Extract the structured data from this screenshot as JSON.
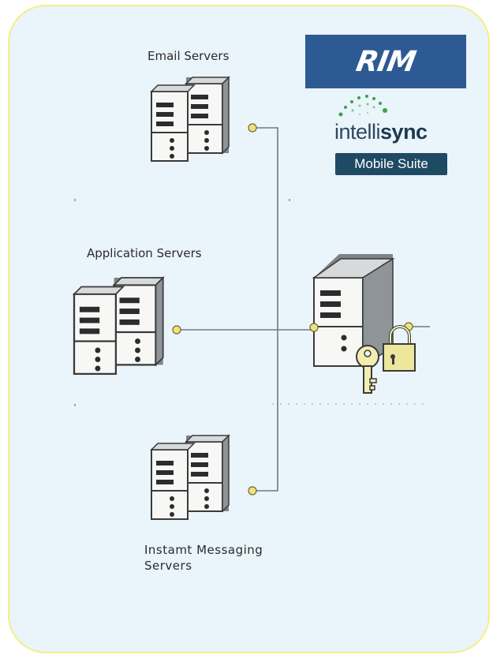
{
  "labels": {
    "email_servers": "Email Servers",
    "application_servers": "Application Servers",
    "im_line1": "Instamt Messaging",
    "im_line2": "Servers"
  },
  "logos": {
    "rim": "RIM",
    "intellisync_light": "intelli",
    "intellisync_bold": "sync",
    "mobile_suite": "Mobile Suite"
  },
  "colors": {
    "background": "#eaf4fb",
    "border": "#f3ef88",
    "rim_blue": "#2e5a94",
    "suite_blue": "#1f4a63",
    "connector_yellow": "#f2e27a"
  }
}
